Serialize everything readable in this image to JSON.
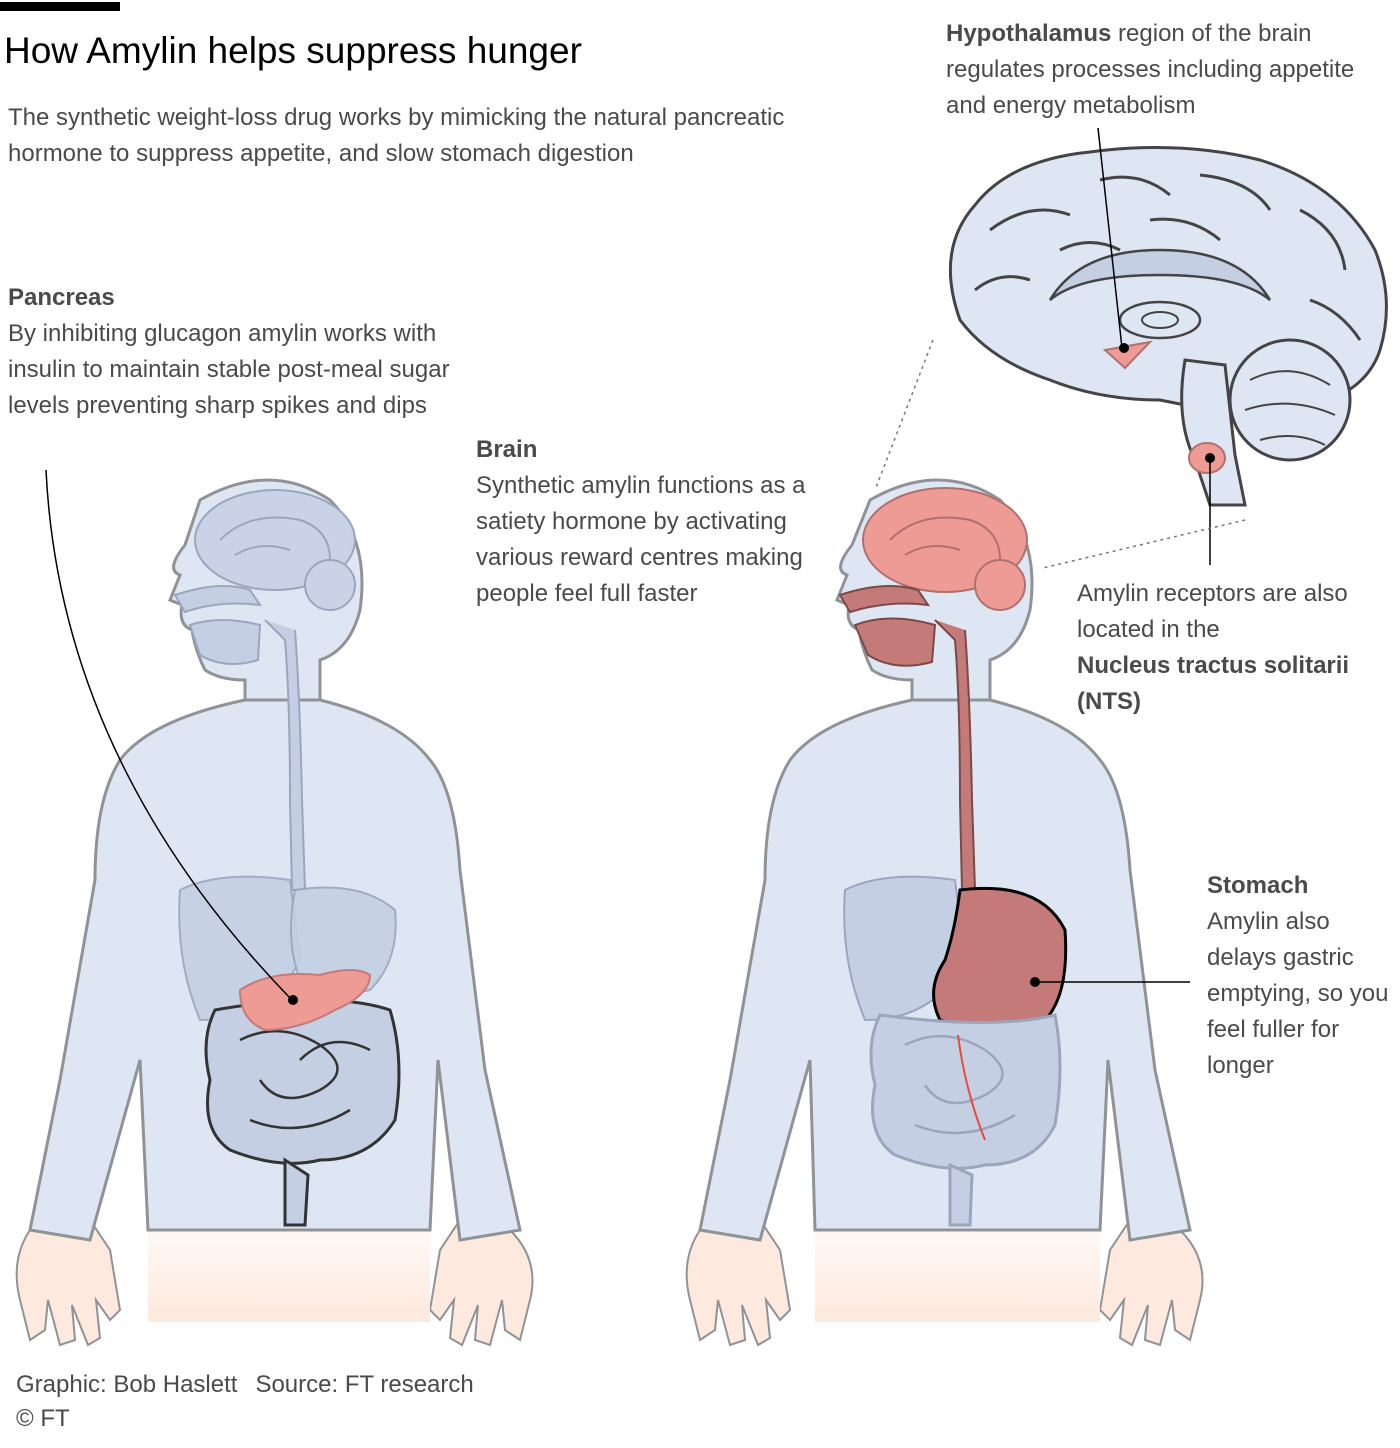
{
  "title": "How Amylin helps suppress hunger",
  "subtitle": "The synthetic weight-loss drug works by mimicking the natural pancreatic hormone to suppress appetite, and slow stomach digestion",
  "callouts": {
    "pancreas": {
      "heading": "Pancreas",
      "text": "By inhibiting glucagon amylin works with insulin to maintain stable post-meal sugar levels preventing sharp spikes and dips"
    },
    "brain": {
      "heading": "Brain",
      "text": "Synthetic amylin functions as a satiety hormone by activating various reward centres making people feel full faster"
    },
    "stomach": {
      "heading": "Stomach",
      "text": "Amylin also delays gastric emptying, so you feel fuller for longer"
    },
    "hypothalamus": {
      "heading": "Hypothalamus",
      "text": " region of the brain regulates processes including appetite and energy metabolism"
    },
    "nts": {
      "text": "Amylin receptors are also located in the",
      "bold": "Nucleus tractus solitarii (NTS)"
    }
  },
  "footer": {
    "graphic": "Graphic: Bob Haslett",
    "source": "Source: FT research",
    "copyright": "© FT"
  },
  "colors": {
    "body_fill": "#dfe6f3",
    "body_outline": "#8f9396",
    "organ_fill": "#c4cfe3",
    "highlight_pink": "#ee9a95",
    "highlight_dark": "#c47a78",
    "hand_fill": "#fde9dd"
  }
}
